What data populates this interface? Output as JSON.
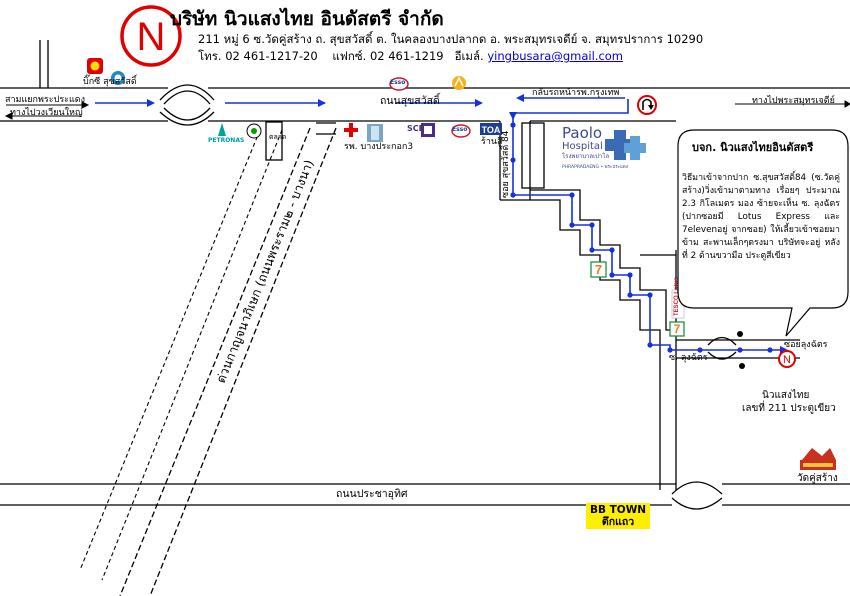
{
  "header": {
    "logo_letter": "N",
    "company_name": "บริษัท นิวแสงไทย อินดัสตรี จำกัด",
    "address": "211 หมู่ 6 ซ.วัดคู่สร้าง ถ. สุขสวัสดิ์ ต. ในคลองบางปลากด อ. พระสมุทรเจดีย์ จ. สมุทรปราการ 10290",
    "phone": "โทร. 02 461-1217-20",
    "fax": "แฟกซ์. 02 461-1219",
    "email_label": "อีเมล์.",
    "email": "yingbusara@gmail.com"
  },
  "roads": {
    "main_top": "ถนนสุขสวัสดิ์",
    "main_bottom": "ถนนประชาอุทิศ",
    "expressway": "ด่วนกาญจนาภิเษก (ถนนพระราม๒ - บางนา)",
    "soi_84": "ซอย สุขสวัสดิ์ 84",
    "soi_lungchat": "ซ. ลุงฉัตร",
    "soi_lungchat_short": "ซอยลุงฉัตร"
  },
  "directions": {
    "left_top": "สามแยกพระประแดง",
    "left_bottom": "ทางไปวงเวียนใหญ่",
    "right": "ทางไปพระสมุทรเจดีย์",
    "uturn": "กลับรถหน้ารพ.กรุงเทพ"
  },
  "places": {
    "bigc": "บิ๊กซี สุขสวัสดิ์",
    "market": "ตลาด",
    "hospital_prakarn": "รพ. บางประกอก3",
    "toa": "ร้านสี",
    "paolo_line1": "Paolo",
    "paolo_line2": "Hospital",
    "paolo_thai": "โรงพยาบาลเปาโล",
    "paolo_sub": "PHRAPRADAENG • พระประแดง",
    "newsaengthai_line1": "นิวแสงไทย",
    "newsaengthai_line2": "เลขที่ 211 ประตูเขียว",
    "wat": "วัดคู่สร้าง",
    "bbtown_line1": "BB TOWN",
    "bbtown_line2": "ตึกแถว",
    "petronas": "PETRONAS",
    "scb": "SCB",
    "esso": "Esso",
    "toa_logo": "TOA",
    "seven": "7",
    "tesco": "TESCO Lotus"
  },
  "info": {
    "title": "บจก. นิวแสงไทยอินดัสตรี",
    "body": "วิธีมาเข้าจากปาก ซ.สุขสวัสดิ์84 (ซ.วัดคู่สร้าง)วิ่งเข้ามาตามทาง เรื่อยๆ ประมาณ 2.3 กิโลเมตร มอง ซ้ายจะเห็น ซ. ลุงฉัตร (ปากซอยมี Lotus Express และ 7elevenอยู่ จากซอย) ให้เลี้ยวเข้าซอยมาข้าม สะพานเล็กๆตรงมา บริษัทจะอยู่ หลังที่ 2 ด้านขวามือ ประตูสีเขียว"
  },
  "colors": {
    "route": "#1530e0",
    "logo_red": "#e00000",
    "bbtown_bg": "#ffee00",
    "seven_green": "#0a8a3a",
    "seven_orange": "#f07a1a",
    "esso_blue": "#1c3f94",
    "scb_purple": "#4b2d83",
    "tesco_red": "#d01b2a"
  }
}
